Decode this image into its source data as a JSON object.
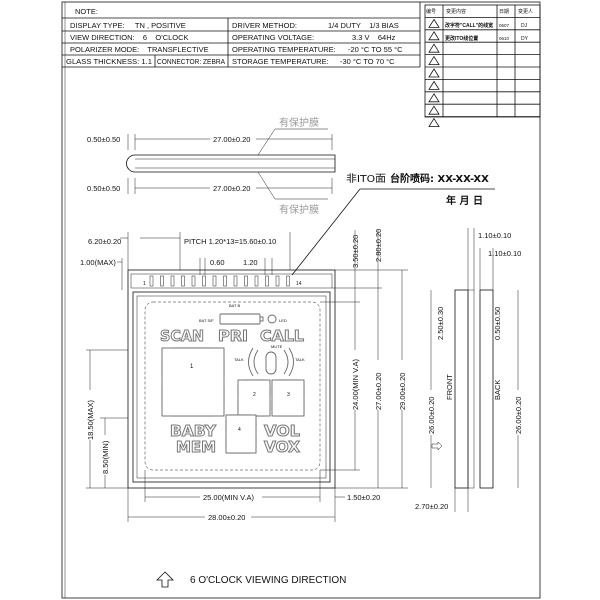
{
  "notes": {
    "title": "NOTE:",
    "rows": [
      {
        "left": "DISPLAY TYPE:     TN , POSITIVE",
        "right_label": "DRIVER METHOD:",
        "right_value": "1/4 DUTY    1/3 BIAS"
      },
      {
        "left": "VIEW DIRECTION:    6    O'CLOCK",
        "right_label": "OPERATING VOLTAGE:",
        "right_value": "3.3 V    64Hz"
      },
      {
        "left": "POLARIZER MODE:    TRANSFLECTIVE",
        "right_label": "OPERATING TEMPERATURE:",
        "right_value": "-20 °C TO 55 °C"
      },
      {
        "left": "GLASS THICKNESS: 1.1",
        "left2": "CONNECTOR: ZEBRA",
        "right_label": "STORAGE TEMPERATURE:",
        "right_value": "-30 °C TO 70 °C"
      }
    ]
  },
  "revision_table": {
    "headers": [
      "编号",
      "变更内容",
      "日期",
      "变更人"
    ],
    "rows": [
      {
        "content": "改字符\"CALL\"的线宽",
        "date": "0607",
        "by": "DJ"
      },
      {
        "content": "更改ITO线位置",
        "date": "0610",
        "by": "DY"
      }
    ],
    "empty_rows": 7
  },
  "side_view": {
    "dim_left": "0.50±0.50",
    "dim_length": "27.00±0.20",
    "protective_film": "有保护膜"
  },
  "marking": {
    "label_prefix": "非ITO面",
    "label_main": "台阶喷码: XX-XX-XX",
    "date_label": "年 月 日"
  },
  "front_view": {
    "dims": {
      "pin_offset": "6.20±0.20",
      "pin_height": "1.00(MAX)",
      "pitch": "PITCH 1.20*13=15.60±0.10",
      "pin_width": "0.60",
      "pin_pitch": "1.20",
      "height_max": "18.50(MAX)",
      "height_min": "8.50(MIN)",
      "top_offset_1": "3.50±0.20",
      "top_offset_2": "2.80±0.20",
      "va_height": "24.00(MIN V.A)",
      "glass_height_1": "27.00±0.20",
      "glass_height_2": "29.00±0.20",
      "va_width": "25.00(MIN V.A)",
      "right_margin": "1.50±0.20",
      "glass_width": "28.00±0.20"
    },
    "pins": {
      "first": "1",
      "last": "14"
    },
    "segments": {
      "scan": "SCAN",
      "pri": "PRI",
      "call": "CALL",
      "baby": "BABY",
      "mem": "MEM",
      "vol": "VOL",
      "vox": "VOX",
      "bat_b": "BAT B",
      "bat_sf": "BAT S/F",
      "led": "LED",
      "talk_l": "TALK",
      "talk_r": "TALK",
      "mute": "MUTE",
      "digits": [
        "1",
        "2",
        "3",
        "4"
      ]
    }
  },
  "edge_views": {
    "front_label": "FRONT",
    "back_label": "BACK",
    "dim_top_1": "1.10±0.10",
    "dim_top_2": "1.10±0.10",
    "dim_front_offset": "2.50±0.30",
    "dim_back_offset": "0.50±0.50",
    "dim_front_len": "26.00±0.20",
    "dim_back_len": "26.00±0.20",
    "dim_bottom": "2.70±0.20"
  },
  "viewing_direction": "6 O'CLOCK VIEWING DIRECTION"
}
